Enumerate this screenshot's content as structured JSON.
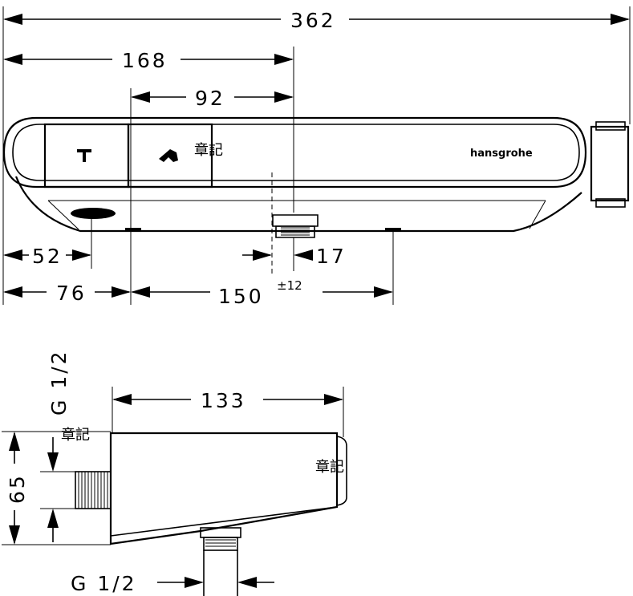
{
  "dimensions": {
    "overall_width": "362",
    "left_to_mid": "168",
    "button_span": "92",
    "outlet_left": "52",
    "left_offset": "76",
    "inlet_spacing": "150",
    "inlet_tolerance": "±12",
    "outlet_width": "17",
    "side_depth": "133",
    "side_height": "65",
    "thread_top": "G 1/2",
    "thread_bottom": "G 1/2"
  },
  "labels": {
    "brand": "hansgrohe",
    "stamp": "章記"
  },
  "icons": {
    "button_left": "shower-head-icon",
    "button_right": "hand-shower-icon"
  }
}
